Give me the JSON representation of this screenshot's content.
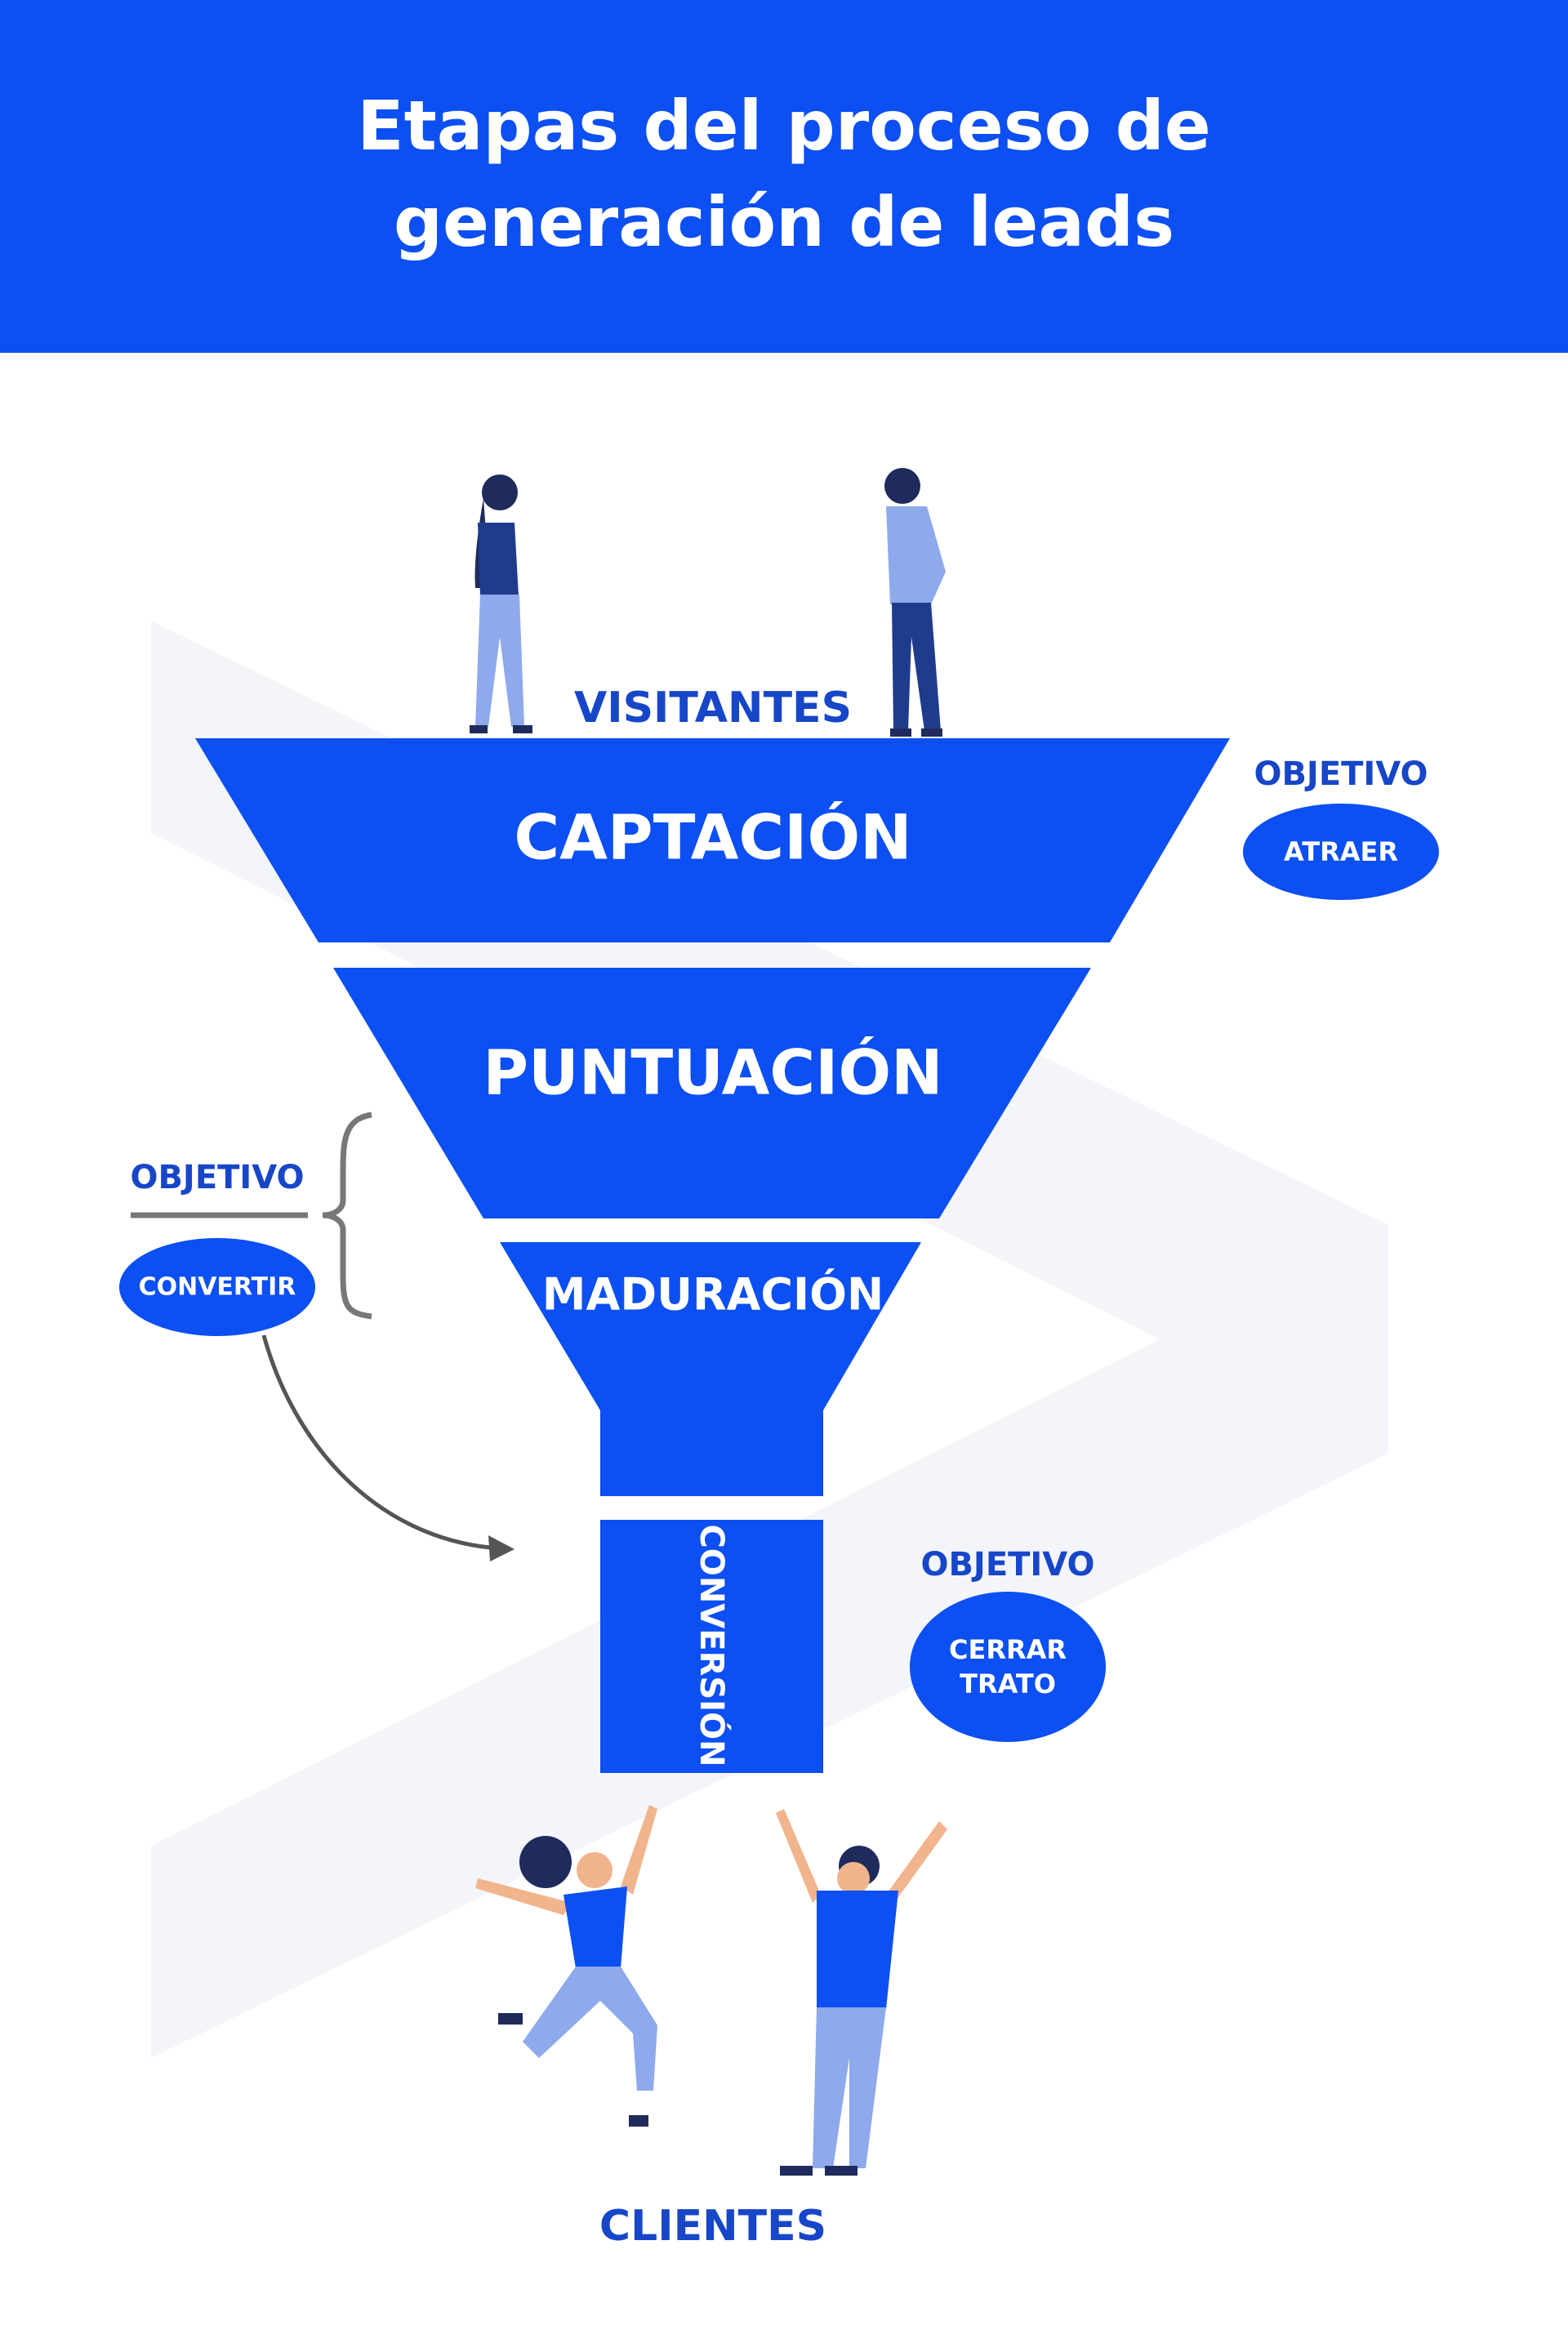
{
  "header": {
    "title_line1": "Etapas del proceso de",
    "title_line2": "generación de leads"
  },
  "funnel": {
    "top_label": "VISITANTES",
    "stages": [
      "CAPTACIÓN",
      "PUNTUACIÓN",
      "MADURACIÓN",
      "CONVERSIÓN"
    ],
    "bottom_label": "CLIENTES"
  },
  "objectives": [
    {
      "heading": "OBJETIVO",
      "goal": "ATRAER"
    },
    {
      "heading": "OBJETIVO",
      "goal": "CONVERTIR"
    },
    {
      "heading": "OBJETIVO",
      "goal_line1": "CERRAR",
      "goal_line2": "TRATO"
    }
  ],
  "colors": {
    "primary": "#0c4ff2",
    "text_navy": "#1746c8",
    "light_person": "#8ea9ec",
    "dark_person": "#1f3c8c"
  }
}
